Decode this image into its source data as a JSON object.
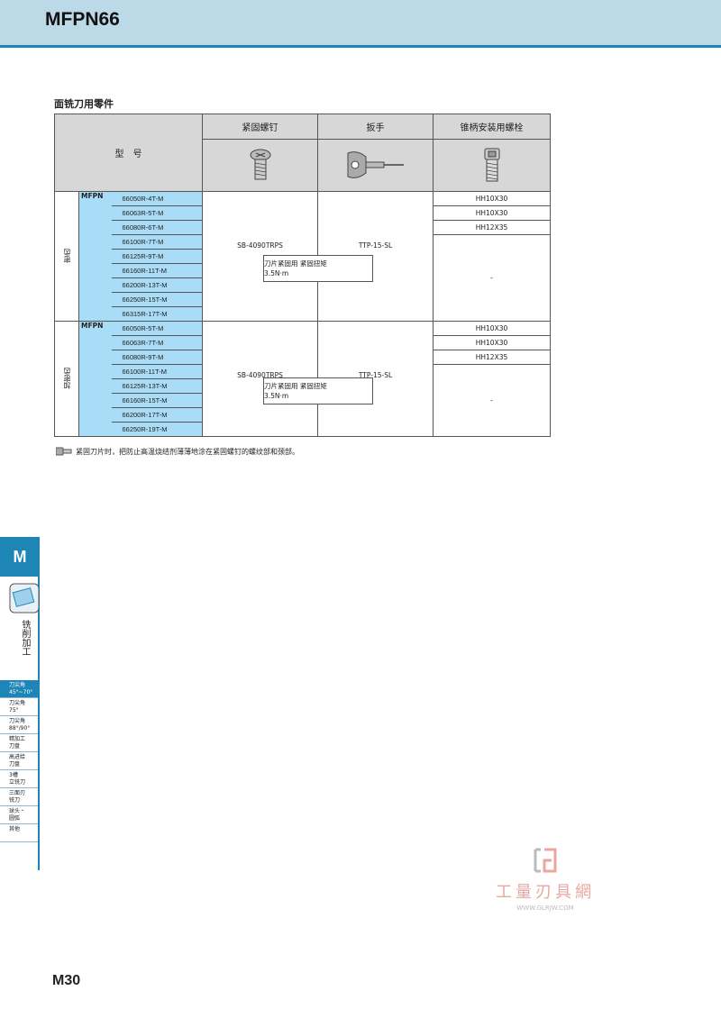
{
  "header": {
    "title": "MFPN66"
  },
  "section": {
    "title": "面铣刀用零件"
  },
  "table": {
    "col_model": "型　号",
    "col_screw": "紧固螺钉",
    "col_wrench": "扳手",
    "col_bolt": "锥柄安装用螺栓",
    "prefix": "MFPN",
    "group1": {
      "label": "密齿",
      "models": [
        "66050R-4T-M",
        "66063R-5T-M",
        "66080R-6T-M",
        "66100R-7T-M",
        "66125R-9T-M",
        "66160R-11T-M",
        "66200R-13T-M",
        "66250R-15T-M",
        "66315R-17T-M"
      ],
      "bolts": [
        "HH10X30",
        "HH10X30",
        "HH12X35",
        "-"
      ],
      "screw": "SB-4090TRPS",
      "wrench": "TTP-15-SL",
      "torque_line1": "刀片紧固用 紧固扭矩",
      "torque_line2": "3.5N·m"
    },
    "group2": {
      "label": "加密齿",
      "models": [
        "66050R-5T-M",
        "66063R-7T-M",
        "66080R-9T-M",
        "66100R-11T-M",
        "66125R-13T-M",
        "66160R-15T-M",
        "66200R-17T-M",
        "66250R-19T-M"
      ],
      "bolts": [
        "HH10X30",
        "HH10X30",
        "HH12X35",
        "-"
      ],
      "screw": "SB-4090TRPS",
      "wrench": "TTP-15-SL",
      "torque_line1": "刀片紧固用 紧固扭矩",
      "torque_line2": "3.5N·m"
    }
  },
  "note": "紧固刀片时，把防止高温烧结剂薄薄地涂在紧固螺钉的螺纹部和颈部。",
  "sidebar": {
    "tab": "M",
    "vertical_label": "铣削加工",
    "menu": [
      {
        "l1": "刀尖角",
        "l2": "45°~70°"
      },
      {
        "l1": "刀尖角",
        "l2": "75°"
      },
      {
        "l1": "刀尖角",
        "l2": "88°/90°"
      },
      {
        "l1": "精加工",
        "l2": "刀盘"
      },
      {
        "l1": "高进给",
        "l2": "刀盘"
      },
      {
        "l1": "3槽",
        "l2": "立铣刀"
      },
      {
        "l1": "三面刃",
        "l2": "铣刀"
      },
      {
        "l1": "球头・",
        "l2": "圆弧"
      },
      {
        "l1": "其他",
        "l2": ""
      }
    ]
  },
  "watermark": {
    "cn": "工量刃具網",
    "en": "WWW.GLRJW.COM"
  },
  "page_number": "M30"
}
